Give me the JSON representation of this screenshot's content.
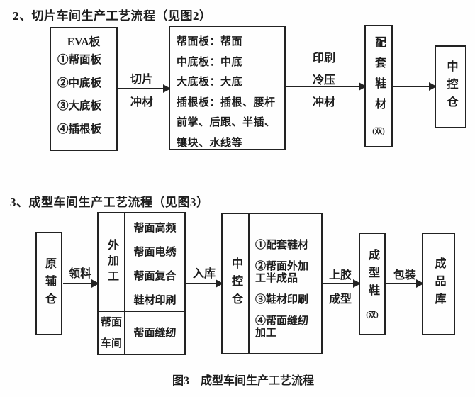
{
  "figure2": {
    "heading": "2、切片车间生产工艺流程（见图2）",
    "eva_box": {
      "title": "EVA板",
      "items": [
        "①帮面板",
        "②中底板",
        "③大底板",
        "④插根板"
      ]
    },
    "step_slice": {
      "line1": "切片",
      "line2": "冲材"
    },
    "board_box": {
      "lines": [
        "帮面板：帮面",
        "中底板：中底",
        "大底板：大底",
        "插根板：插根、腰杆",
        "前掌、后跟、半插、",
        "镶块、水线等"
      ]
    },
    "step_print": {
      "line1": "印刷",
      "line2": "冷压",
      "line3": "冲材"
    },
    "kit_box": {
      "label": "配套鞋材",
      "unit": "(双)"
    },
    "central_store_box": {
      "label": "中控仓"
    }
  },
  "figure3": {
    "heading": "3、成型车间生产工艺流程（见图3）",
    "raw_store_box": {
      "label": "原辅仓"
    },
    "step_pick": {
      "label": "领料"
    },
    "workshop_box": {
      "outsourcing_label": "外加工",
      "outsourcing_items": [
        "帮面高频",
        "帮面电绣",
        "帮面复合",
        "鞋材印刷"
      ],
      "upper_workshop_label": "帮面车间",
      "upper_workshop_item": "帮面缝纫"
    },
    "step_inbound": {
      "label": "入库"
    },
    "central_store_box": {
      "label": "中控仓",
      "items": [
        "①配套鞋材",
        "②帮面外加工半成品",
        "③鞋材印刷",
        "④帮面缝纫加工"
      ]
    },
    "step_glue": {
      "line1": "上胶",
      "line2": "成型"
    },
    "molded_shoe_box": {
      "label": "成型鞋",
      "unit": "(双)"
    },
    "step_pack": {
      "label": "包装"
    },
    "finished_store_box": {
      "label": "成品库"
    },
    "caption": "图3　成型车间生产工艺流程"
  }
}
